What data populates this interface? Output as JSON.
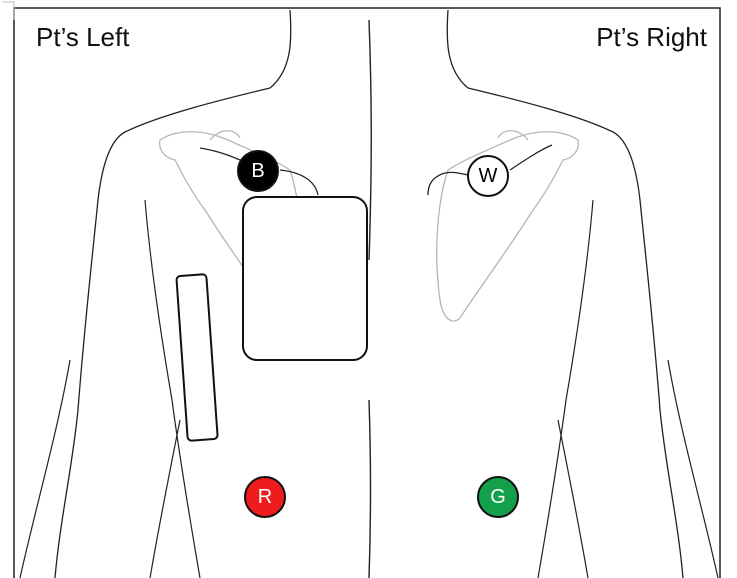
{
  "labels": {
    "left": "Pt’s Left",
    "right": "Pt’s Right"
  },
  "electrodes": [
    {
      "id": "B",
      "label": "B",
      "color": "#000000",
      "text_color": "#ffffff"
    },
    {
      "id": "W",
      "label": "W",
      "color": "#ffffff",
      "text_color": "#000000"
    },
    {
      "id": "R",
      "label": "R",
      "color": "#ee1c1c",
      "text_color": "#ffffff"
    },
    {
      "id": "G",
      "label": "G",
      "color": "#12a14a",
      "text_color": "#ffffff"
    }
  ],
  "colors": {
    "outline": "#111111",
    "bone": "#b5b5b5",
    "background": "#ffffff"
  }
}
